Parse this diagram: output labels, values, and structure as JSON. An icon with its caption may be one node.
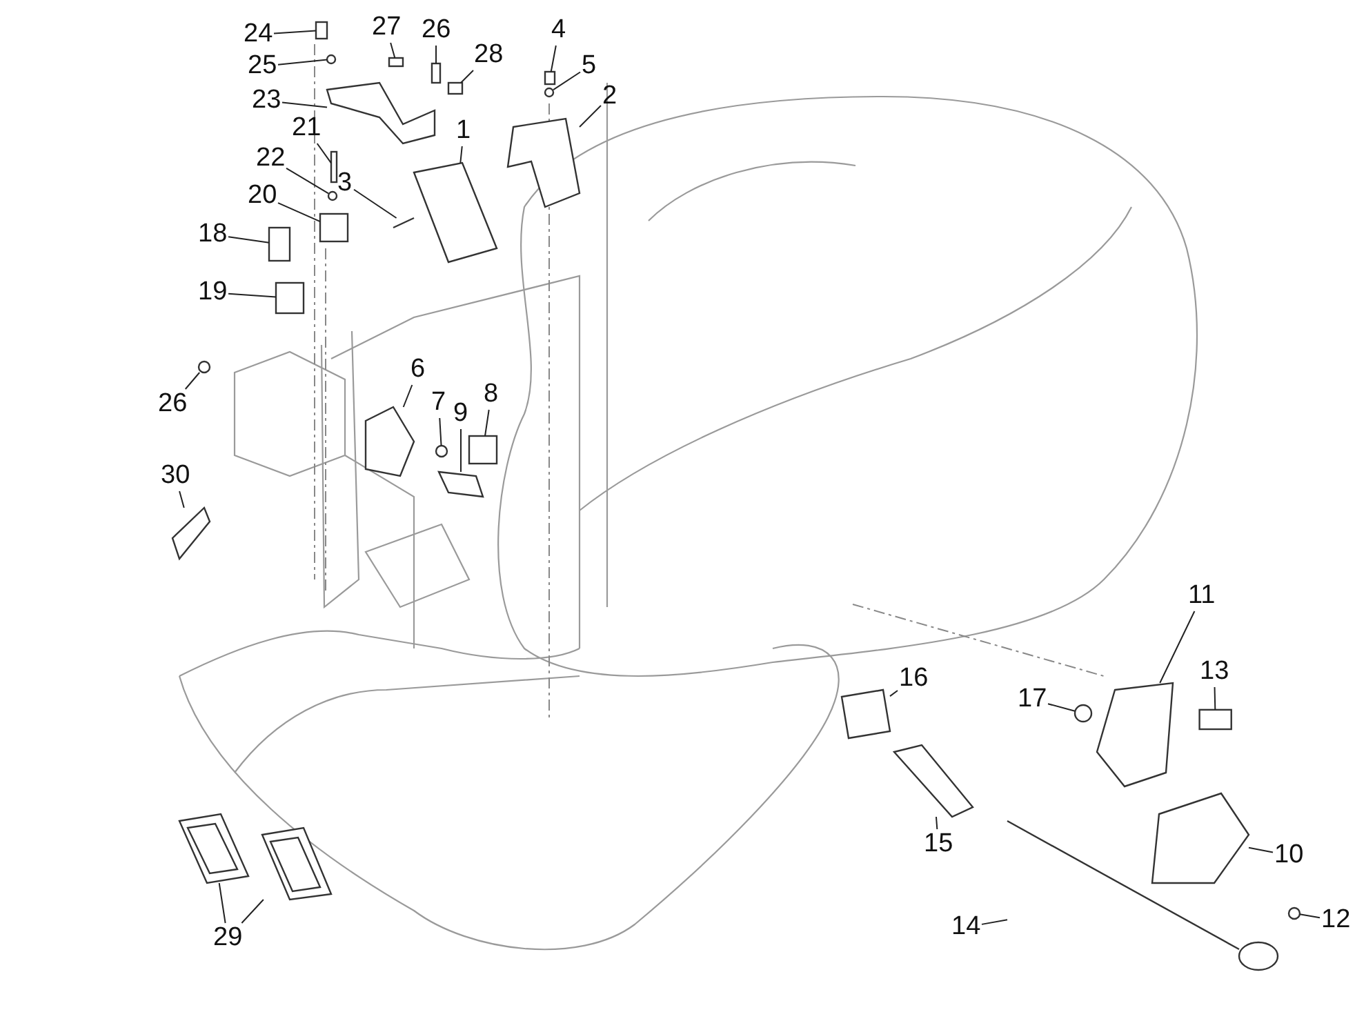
{
  "diagram": {
    "nodes": [
      {
        "text": [
          "24"
        ]
      },
      {
        "text": [
          "27"
        ]
      },
      {
        "text": [
          "26"
        ]
      },
      {
        "text": [
          "4"
        ]
      },
      {
        "text": [
          "25"
        ]
      },
      {
        "text": [
          "28"
        ]
      },
      {
        "text": [
          "5"
        ]
      },
      {
        "text": [
          "23"
        ]
      },
      {
        "text": [
          "2"
        ]
      },
      {
        "text": [
          "21"
        ]
      },
      {
        "text": [
          "1"
        ]
      },
      {
        "text": [
          "22"
        ]
      },
      {
        "text": [
          "3"
        ]
      },
      {
        "text": [
          "20"
        ]
      },
      {
        "text": [
          "18"
        ]
      },
      {
        "text": [
          "19"
        ]
      },
      {
        "text": [
          "26"
        ]
      },
      {
        "text": [
          "6"
        ]
      },
      {
        "text": [
          "7"
        ]
      },
      {
        "text": [
          "8"
        ]
      },
      {
        "text": [
          "9"
        ]
      },
      {
        "text": [
          "30"
        ]
      },
      {
        "text": [
          "11"
        ]
      },
      {
        "text": [
          "16"
        ]
      },
      {
        "text": [
          "13"
        ]
      },
      {
        "text": [
          "17"
        ]
      },
      {
        "text": [
          "10"
        ]
      },
      {
        "text": [
          "15"
        ]
      },
      {
        "text": [
          "12"
        ]
      },
      {
        "text": [
          "14"
        ]
      },
      {
        "text": [
          "29"
        ]
      },
      {
        "text": [],
        "shape": "box"
      },
      {
        "text": [],
        "shape": "box"
      },
      {
        "text": [],
        "shape": "box"
      },
      {
        "text": [],
        "shape": "box"
      },
      {
        "text": [],
        "shape": "circle"
      },
      {
        "text": [],
        "shape": "box"
      },
      {
        "text": [],
        "shape": "circle"
      },
      {
        "text": [],
        "shape": "picture"
      },
      {
        "text": [],
        "shape": "picture"
      },
      {
        "text": [],
        "shape": "box"
      },
      {
        "text": [],
        "shape": "picture"
      },
      {
        "text": [],
        "shape": "circle"
      },
      {
        "text": [],
        "shape": "picture"
      },
      {
        "text": [],
        "shape": "box"
      },
      {
        "text": [],
        "shape": "box"
      },
      {
        "text": [],
        "shape": "box"
      },
      {
        "text": [],
        "shape": "circle"
      },
      {
        "text": [],
        "shape": "picture"
      },
      {
        "text": [],
        "shape": "circle"
      },
      {
        "text": [],
        "shape": "box"
      },
      {
        "text": [],
        "shape": "picture"
      },
      {
        "text": [],
        "shape": "picture"
      },
      {
        "text": [],
        "shape": "picture"
      },
      {
        "text": [],
        "shape": "picture"
      },
      {
        "text": [],
        "shape": "box"
      },
      {
        "text": [],
        "shape": "circle"
      },
      {
        "text": [],
        "shape": "picture"
      },
      {
        "text": [],
        "shape": "picture"
      },
      {
        "text": [],
        "shape": "circle"
      },
      {
        "text": [],
        "shape": "picture"
      },
      {
        "text": [],
        "shape": "picture"
      },
      {
        "text": [],
        "shape": "picture"
      }
    ],
    "edges": [
      {
        "from": 0,
        "to": 31,
        "arrow": "none"
      },
      {
        "from": 1,
        "to": 32,
        "arrow": "none"
      },
      {
        "from": 2,
        "to": 33,
        "arrow": "none"
      },
      {
        "from": 3,
        "to": 34,
        "arrow": "none"
      },
      {
        "from": 4,
        "to": 35,
        "arrow": "none"
      },
      {
        "from": 5,
        "to": 36,
        "arrow": "none"
      },
      {
        "from": 6,
        "to": 37,
        "arrow": "none"
      },
      {
        "from": 7,
        "to": 38,
        "arrow": "none"
      },
      {
        "from": 8,
        "to": 39,
        "arrow": "none"
      },
      {
        "from": 9,
        "to": 40,
        "arrow": "none"
      },
      {
        "from": 10,
        "to": 41,
        "arrow": "none"
      },
      {
        "from": 11,
        "to": 42,
        "arrow": "none"
      },
      {
        "from": 12,
        "to": 43,
        "arrow": "none"
      },
      {
        "from": 13,
        "to": 44,
        "arrow": "none"
      },
      {
        "from": 14,
        "to": 45,
        "arrow": "none"
      },
      {
        "from": 15,
        "to": 46,
        "arrow": "none"
      },
      {
        "from": 16,
        "to": 47,
        "arrow": "none"
      },
      {
        "from": 17,
        "to": 48,
        "arrow": "none"
      },
      {
        "from": 18,
        "to": 49,
        "arrow": "none"
      },
      {
        "from": 19,
        "to": 50,
        "arrow": "none"
      },
      {
        "from": 20,
        "to": 51,
        "arrow": "none"
      },
      {
        "from": 21,
        "to": 52,
        "arrow": "none"
      },
      {
        "from": 22,
        "to": 53,
        "arrow": "none"
      },
      {
        "from": 23,
        "to": 54,
        "arrow": "none"
      },
      {
        "from": 24,
        "to": 55,
        "arrow": "none"
      },
      {
        "from": 25,
        "to": 56,
        "arrow": "none"
      },
      {
        "from": 26,
        "to": 57,
        "arrow": "none"
      },
      {
        "from": 27,
        "to": 58,
        "arrow": "none"
      },
      {
        "from": 28,
        "to": 59,
        "arrow": "none"
      },
      {
        "from": 29,
        "to": 60,
        "arrow": "none"
      },
      {
        "from": 30,
        "to": 61,
        "arrow": "none"
      },
      {
        "from": 30,
        "to": 62,
        "arrow": "none"
      }
    ]
  }
}
